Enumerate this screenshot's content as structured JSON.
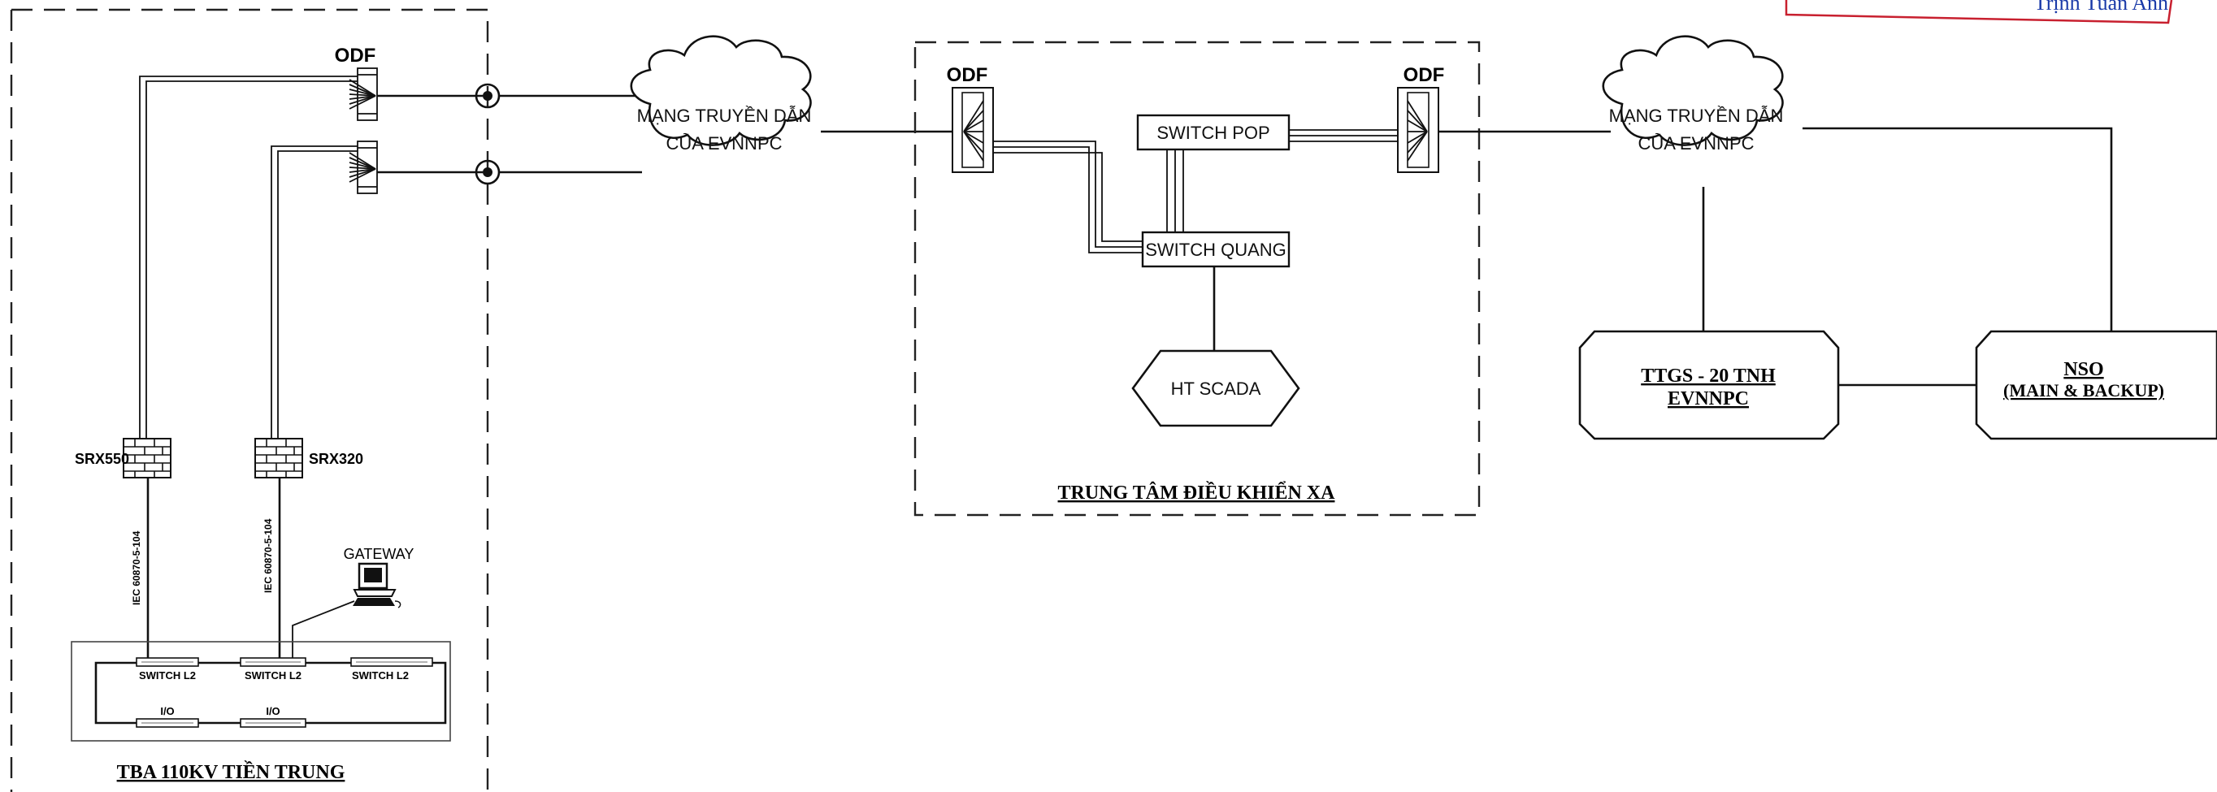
{
  "substation": {
    "title": "TBA 110KV TIỀN TRUNG",
    "odf_top": "ODF",
    "firewall_left": "SRX550",
    "firewall_right": "SRX320",
    "protocol_left": "IEC 60870-5-104",
    "protocol_right": "IEC 60870-5-104",
    "gateway": "GATEWAY",
    "switch_1": "SWITCH L2",
    "switch_2": "SWITCH L2",
    "switch_3": "SWITCH L2",
    "io_1": "I/O",
    "io_2": "I/O"
  },
  "network_1": {
    "line1": "MẠNG TRUYỀN DẪN",
    "line2": "CỦA EVNNPC"
  },
  "control_center": {
    "title": "TRUNG TÂM ĐIỀU KHIỂN XA",
    "odf_left": "ODF",
    "odf_right": "ODF",
    "switch_pop": "SWITCH POP",
    "switch_quang": "SWITCH QUANG",
    "scada": "HT SCADA"
  },
  "network_2": {
    "line1": "MẠNG TRUYỀN DẪN",
    "line2": "CỦA EVNNPC"
  },
  "ttgs": {
    "line1": "TTGS - 20 TNH",
    "line2": "EVNNPC"
  },
  "nso": {
    "line1": "NSO",
    "line2": "(MAIN & BACKUP)"
  },
  "stamp": {
    "text": "Trịnh Tuấn Anh",
    "color": "#c8202f"
  },
  "colors": {
    "line": "#111111",
    "stamp_text": "#1a3aa8"
  }
}
